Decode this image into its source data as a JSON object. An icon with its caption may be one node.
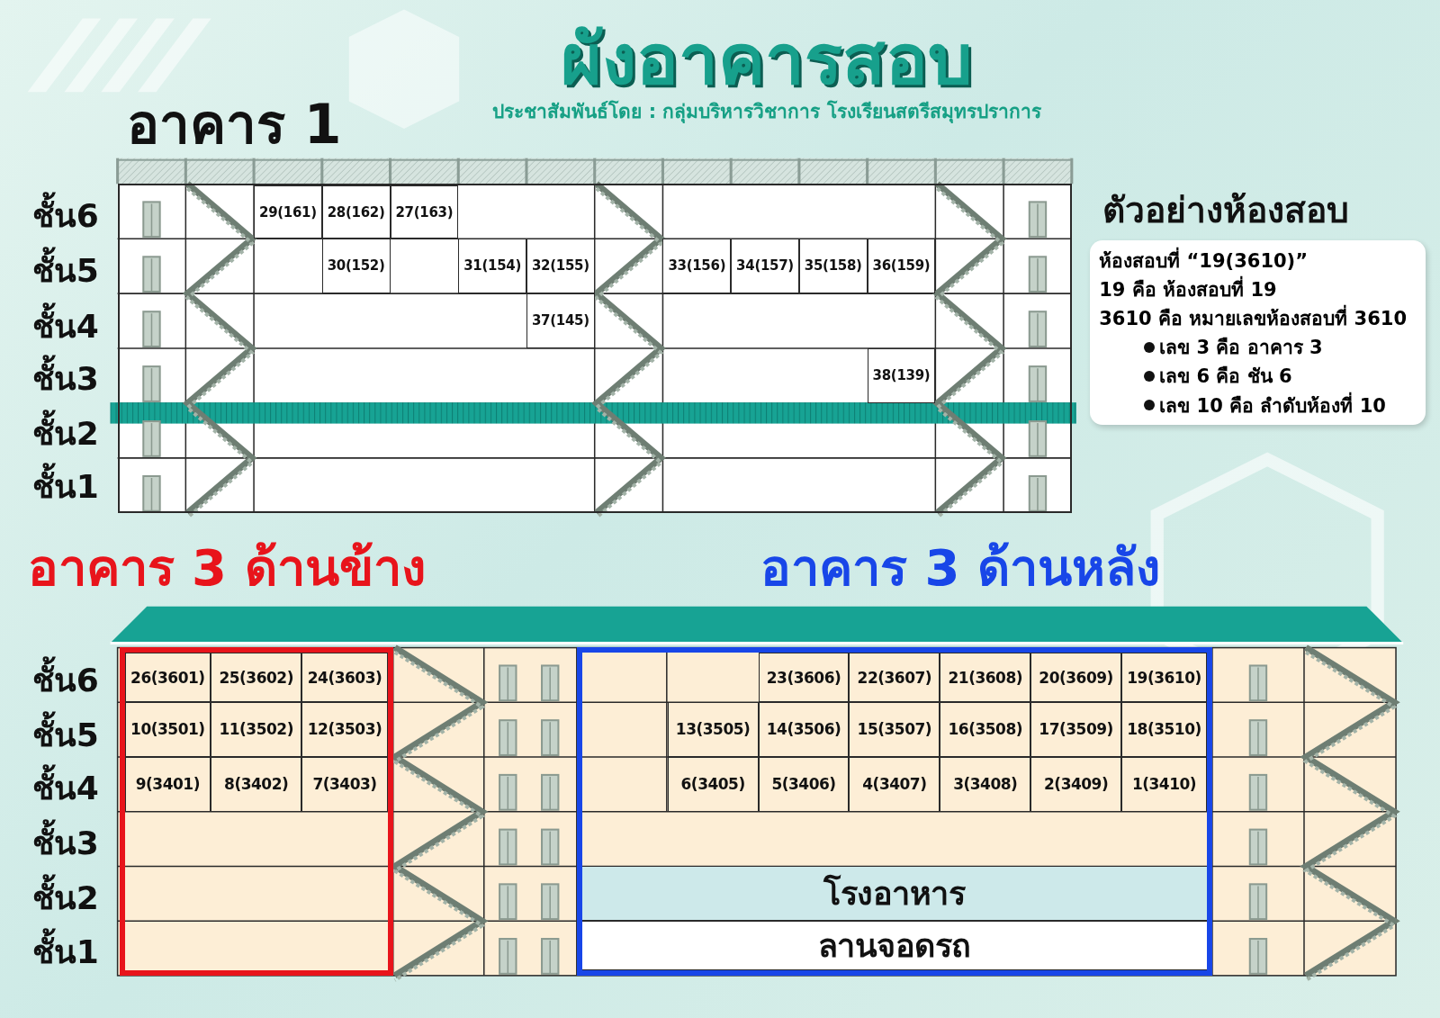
{
  "diagram": {
    "title": "ผังอาคารสอบ",
    "nodes": [
      {
        "text": [
          "อาคาร 1"
        ]
      },
      {
        "text": [
          "29(161)"
        ],
        "in": 0
      },
      {
        "text": [
          "28(162)"
        ],
        "in": 0
      },
      {
        "text": [
          "27(163)"
        ],
        "in": 0
      },
      {
        "text": [
          "30(152)"
        ],
        "in": 0
      },
      {
        "text": [
          "31(154)"
        ],
        "in": 0
      },
      {
        "text": [
          "32(155)"
        ],
        "in": 0
      },
      {
        "text": [
          "33(156)"
        ],
        "in": 0
      },
      {
        "text": [
          "34(157)"
        ],
        "in": 0
      },
      {
        "text": [
          "35(158)"
        ],
        "in": 0
      },
      {
        "text": [
          "36(159)"
        ],
        "in": 0
      },
      {
        "text": [
          "37(145)"
        ],
        "in": 0
      },
      {
        "text": [
          "38(139)"
        ],
        "in": 0
      },
      {
        "text": [
          "ตัวอย่างห้องสอบ",
          "ห้องสอบที่ “19(3610)”",
          "19 คือ ห้องสอบที่ 19",
          "3610 คือ หมายเลขห้องสอบที่ 3610",
          "เลข 3 คือ อาคาร 3",
          "เลข 6 คือ ชัน 6",
          "เลข 10 คือ ลำดับห้องที่ 10"
        ]
      },
      {
        "text": [
          "อาคาร 3 ด้านข้าง"
        ]
      },
      {
        "text": [
          "อาคาร 3 ด้านหลัง"
        ]
      },
      {
        "text": [
          "26(3601)"
        ],
        "in": 14
      },
      {
        "text": [
          "25(3602)"
        ],
        "in": 14
      },
      {
        "text": [
          "24(3603)"
        ],
        "in": 14
      },
      {
        "text": [
          "10(3501)"
        ],
        "in": 14
      },
      {
        "text": [
          "11(3502)"
        ],
        "in": 14
      },
      {
        "text": [
          "12(3503)"
        ],
        "in": 14
      },
      {
        "text": [
          "9(3401)"
        ],
        "in": 14
      },
      {
        "text": [
          "8(3402)"
        ],
        "in": 14
      },
      {
        "text": [
          "7(3403)"
        ],
        "in": 14
      },
      {
        "text": [
          "23(3606)"
        ],
        "in": 15
      },
      {
        "text": [
          "22(3607)"
        ],
        "in": 15
      },
      {
        "text": [
          "21(3608)"
        ],
        "in": 15
      },
      {
        "text": [
          "20(3609)"
        ],
        "in": 15
      },
      {
        "text": [
          "19(3610)"
        ],
        "in": 15
      },
      {
        "text": [
          "13(3505)"
        ],
        "in": 15
      },
      {
        "text": [
          "14(3506)"
        ],
        "in": 15
      },
      {
        "text": [
          "15(3507)"
        ],
        "in": 15
      },
      {
        "text": [
          "16(3508)"
        ],
        "in": 15
      },
      {
        "text": [
          "17(3509)"
        ],
        "in": 15
      },
      {
        "text": [
          "18(3510)"
        ],
        "in": 15
      },
      {
        "text": [
          "6(3405)"
        ],
        "in": 15
      },
      {
        "text": [
          "5(3406)"
        ],
        "in": 15
      },
      {
        "text": [
          "4(3407)"
        ],
        "in": 15
      },
      {
        "text": [
          "3(3408)"
        ],
        "in": 15
      },
      {
        "text": [
          "2(3409)"
        ],
        "in": 15
      },
      {
        "text": [
          "1(3410)"
        ],
        "in": 15
      },
      {
        "text": [
          "โรงอาหาร"
        ],
        "in": 15
      },
      {
        "text": [
          "ลานจอดรถ"
        ],
        "in": 15
      }
    ],
    "edges": [],
    "labels": [
      "ประชาสัมพันธ์โดย : กลุ่มบริหารวิชาการ โรงเรียนสตรีสมุทรปราการ",
      "ชั้น6",
      "ชั้น5",
      "ชั้น4",
      "ชั้น3",
      "ชั้น2",
      "ชั้น1",
      "ชั้น6",
      "ชั้น5",
      "ชั้น4",
      "ชั้น3",
      "ชั้น2",
      "ชั้น1"
    ]
  }
}
